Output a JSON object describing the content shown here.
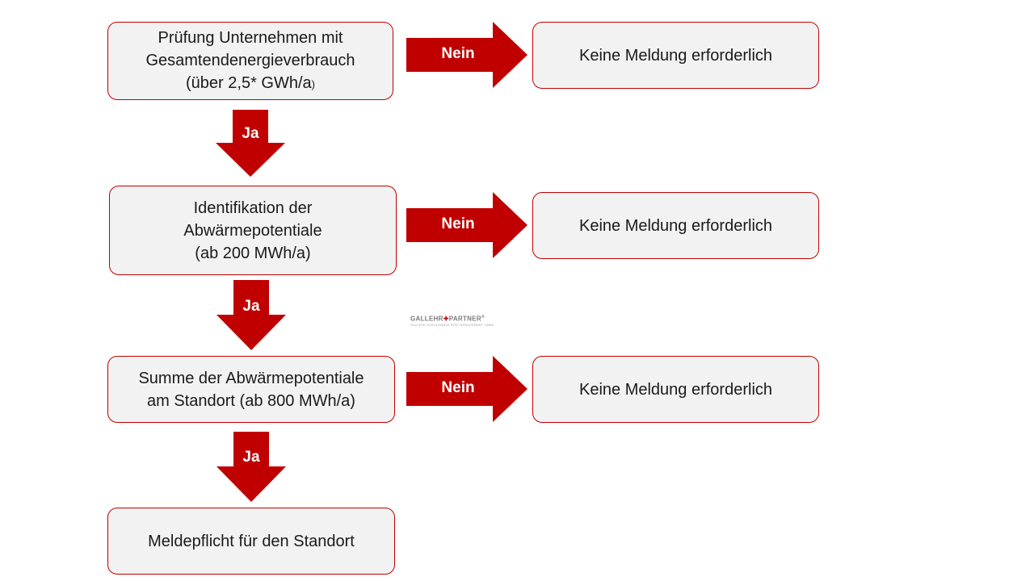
{
  "colors": {
    "accent": "#c00000",
    "box_fill": "#f2f2f2",
    "text": "#1a1a1a"
  },
  "flow": {
    "step1": {
      "lines": [
        "Prüfung Unternehmen mit",
        "Gesamtendenergieverbrauch"
      ],
      "line3_main": "(über 2,5* GWh/a",
      "line3_paren": ")"
    },
    "step2": {
      "lines": [
        "Identifikation der",
        "Abwärmepotentiale",
        "(ab 200 MWh/a)"
      ]
    },
    "step3": {
      "lines": [
        "Summe der Abwärmepotentiale",
        "am Standort (ab 800 MWh/a)"
      ]
    },
    "result": {
      "text": "Meldepflicht für den Standort"
    },
    "no_outcome": {
      "text": "Keine Meldung erforderlich"
    },
    "yes_label": "Ja",
    "no_label": "Nein"
  },
  "logo": {
    "name_left": "GALLEHR",
    "name_cross": "✚",
    "name_right": "PARTNER",
    "registered": "®",
    "subtitle": "GALLEHR SUSTAINABLE RISK MANAGEMENT GMBH"
  }
}
